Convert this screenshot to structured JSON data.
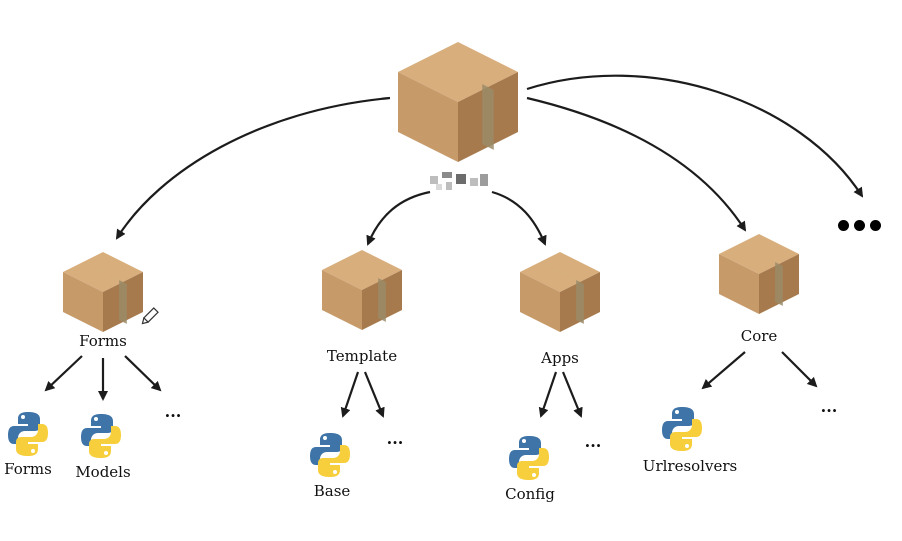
{
  "labels": {
    "forms_package": "Forms",
    "template_package": "Template",
    "apps_package": "Apps",
    "core_package": "Core",
    "forms_module": "Forms",
    "models_module": "Models",
    "base_module": "Base",
    "config_module": "Config",
    "urlresolvers_module": "Urlresolvers"
  },
  "ellipsis": "...",
  "colors": {
    "box_top": "#d7ae7c",
    "box_left": "#c69a69",
    "box_right": "#a67a4c",
    "tape": "#b9ad8f",
    "arrow": "#1c1c1c",
    "python_blue": "#3f74a8",
    "python_yellow": "#f7cf3c"
  },
  "icons": [
    "package-box-icon",
    "python-logo-icon",
    "edit-pencil-icon"
  ]
}
